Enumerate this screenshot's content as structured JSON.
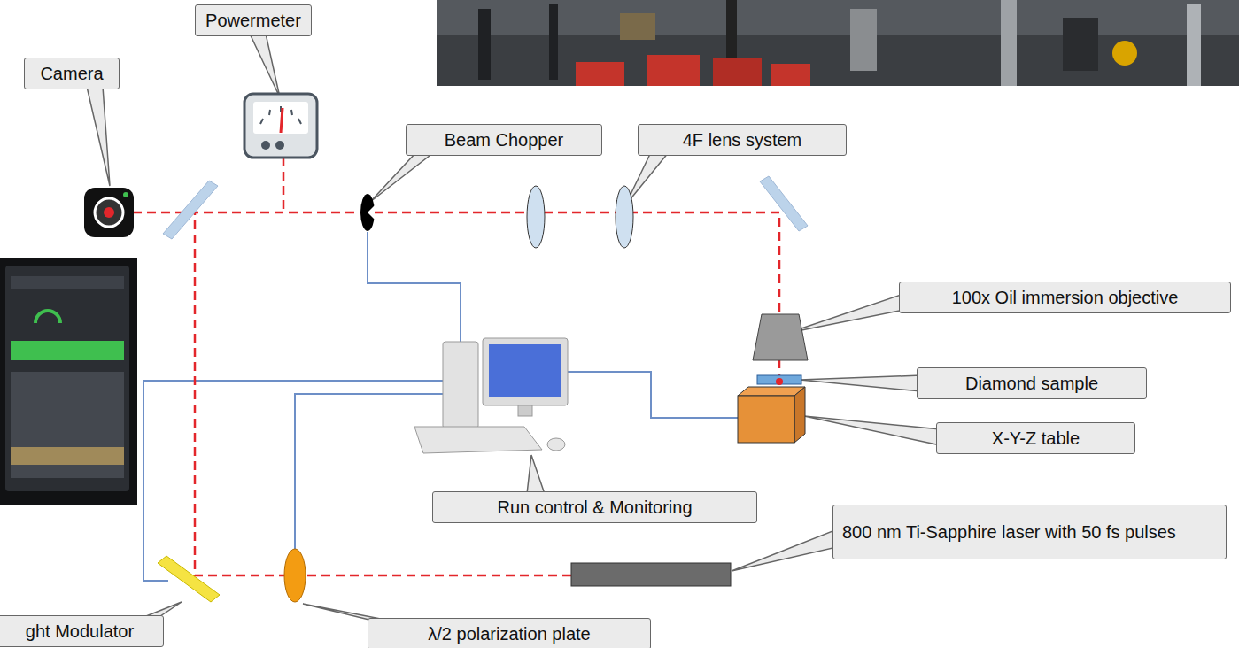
{
  "diagram": {
    "nodes": [
      {
        "text": [
          "Powermeter"
        ]
      },
      {
        "text": [
          "Camera"
        ]
      },
      {
        "text": [
          "Beam Chopper"
        ]
      },
      {
        "text": [
          "4F lens system"
        ]
      },
      {
        "text": [
          "100x Oil immersion objective"
        ]
      },
      {
        "text": [
          "Diamond sample"
        ]
      },
      {
        "text": [
          "X-Y-Z table"
        ]
      },
      {
        "text": [
          "Run control & Monitoring"
        ]
      },
      {
        "text": [
          "800 nm Ti-Sapphire laser with 50 fs pulses"
        ]
      },
      {
        "text": [
          "ght Modulator"
        ]
      },
      {
        "text": [
          "λ/2 polarization plate"
        ]
      }
    ]
  }
}
